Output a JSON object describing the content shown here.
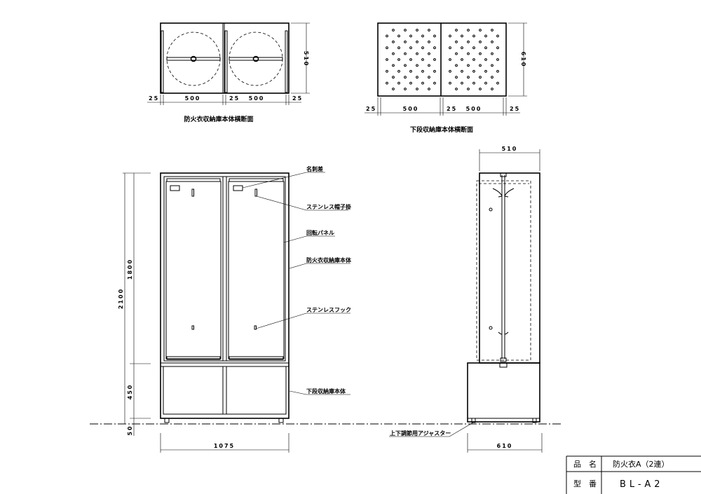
{
  "top_left_view": {
    "caption": "防火衣収納庫本体横断面",
    "dims": {
      "depth": "510",
      "side_left": "25",
      "width_left": "500",
      "middle": "25",
      "width_right": "500",
      "side_right": "25"
    }
  },
  "top_right_view": {
    "caption": "下段収納庫本体横断面",
    "dims": {
      "depth": "610",
      "side_left": "25",
      "width_left": "500",
      "middle": "25",
      "width_right": "500",
      "side_right": "25"
    }
  },
  "front_view": {
    "dims": {
      "total_height": "2100",
      "upper_height": "1800",
      "lower_height": "450",
      "adjuster_height": "50",
      "width": "1075"
    },
    "callouts": [
      "名刺差",
      "ステンレス帽子掛",
      "回転パネル",
      "防火衣収納庫本体",
      "ステンレスフック",
      "下段収納庫本体"
    ]
  },
  "side_view": {
    "dims": {
      "upper_depth": "510",
      "lower_depth": "610"
    },
    "callout": "上下調節用アジャスター"
  },
  "title_block": {
    "product_name_label": "品　名",
    "product_name": "防火衣A（2連）",
    "model_label": "型　番",
    "model": "BL-A2"
  }
}
